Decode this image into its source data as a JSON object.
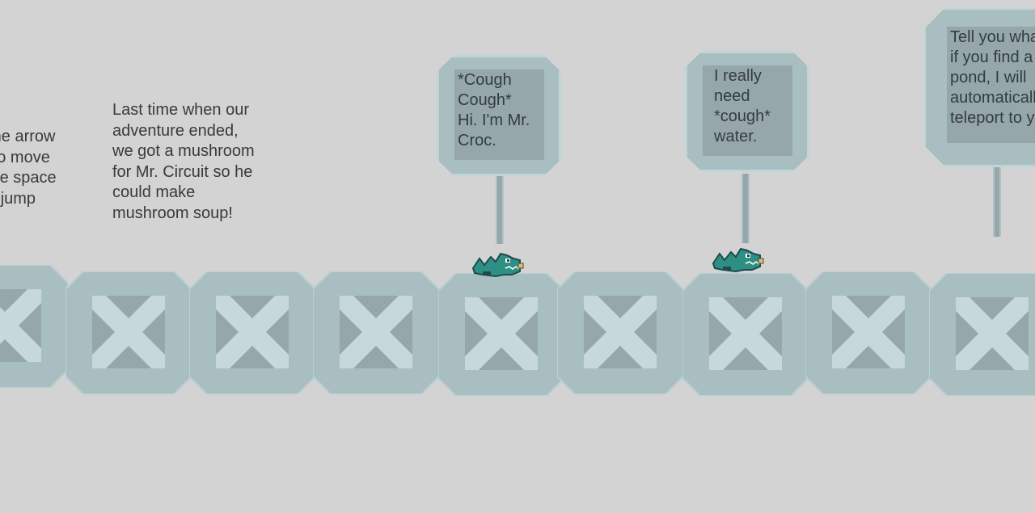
{
  "narration": {
    "controls_text": "Use the arrow\nkeys to move\nand the space\nbar to jump",
    "intro_text": "Last time when our\nadventure ended,\nwe got a mushroom\nfor Mr. Circuit so he\ncould make\nmushroom soup!"
  },
  "dialogs": [
    {
      "text": "*Cough\nCough*\nHi. I'm Mr.\nCroc."
    },
    {
      "text": "I really\nneed\n*cough*\nwater."
    },
    {
      "text": "Tell you what,\nif you find a\npond, I will\nautomatically\nteleport to you."
    }
  ],
  "sprites": {
    "block_icon": "crate-x-icon",
    "croc_icon": "crocodile-icon"
  },
  "colors": {
    "background": "#d3d3d3",
    "block_frame": "#a9bec1",
    "block_inner": "#95a7aa",
    "block_cross": "#c7d8da",
    "croc_body": "#2e8f85",
    "croc_dark": "#1d4c4e"
  }
}
